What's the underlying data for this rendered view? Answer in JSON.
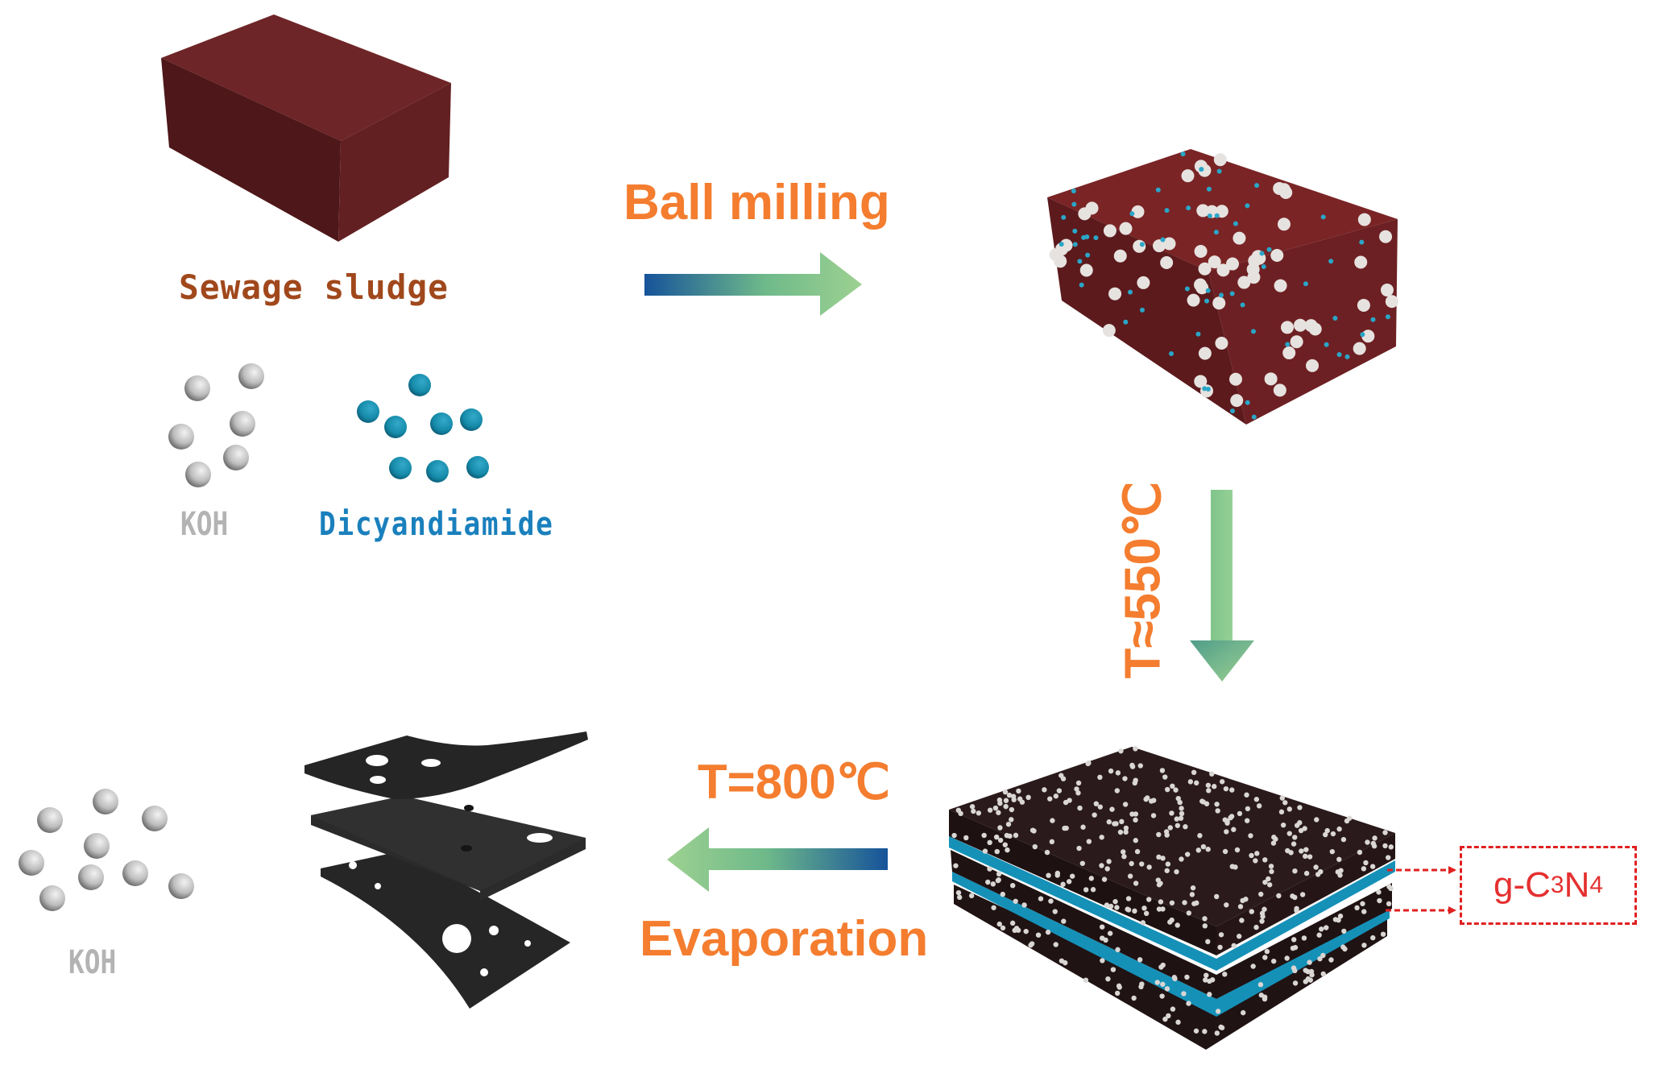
{
  "diagram": {
    "type": "process-flow",
    "steps": [
      {
        "id": "raw",
        "label": "Sewage sludge"
      },
      {
        "id": "milled",
        "label": "Ball-milled sludge with KOH and Dicyandiamide"
      },
      {
        "id": "pyrolyzed",
        "label": "Layered carbon with g-C3N4 interlayers"
      },
      {
        "id": "product",
        "label": "Porous carbon sheets"
      }
    ]
  },
  "labels": {
    "sewage_sludge": "Sewage sludge",
    "koh_top": "KOH",
    "dicyandiamide": "Dicyandiamide",
    "koh_bottom": "KOH",
    "gcn_prefix": "g-C",
    "gcn_sub1": "3",
    "gcn_mid": "N",
    "gcn_sub2": "4"
  },
  "arrows": {
    "ball_milling": "Ball milling",
    "t550": "T≈550℃",
    "t800": "T=800℃",
    "evaporation": "Evaporation"
  },
  "colors": {
    "sludge": "#6b2224",
    "sludge_text": "#a0481c",
    "koh": "#c8c8c8",
    "dicyandiamide": "#1a8fb0",
    "step_text": "#f47d2f",
    "arrow_start": "#16539a",
    "arrow_end": "#8fcf8a",
    "gcn_layer": "#1591b8",
    "carbon": "#231516",
    "callout": "#e02020"
  }
}
